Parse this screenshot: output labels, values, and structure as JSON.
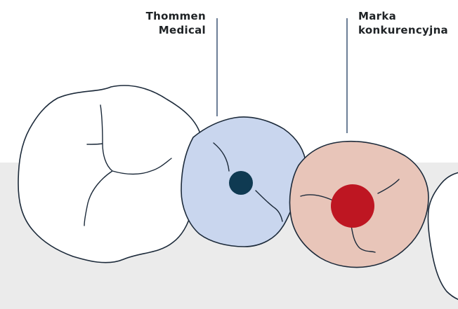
{
  "labels": {
    "thommen": [
      "Thommen",
      "Medical"
    ],
    "competitor": [
      "Marka",
      "konkurencyjna"
    ]
  },
  "colors": {
    "background": "#ffffff",
    "floor": "#ebebeb",
    "outline": "#1c2a3a",
    "leader_line": "#1e3a5f",
    "thommen_tooth_fill": "#c9d6ee",
    "thommen_dot": "#0f3a52",
    "competitor_tooth_fill": "#e8c5b9",
    "competitor_dot": "#be1622",
    "plain_tooth_fill": "#ffffff"
  }
}
